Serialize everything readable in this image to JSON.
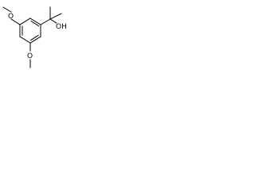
{
  "structure": {
    "atoms": [
      {
        "id": "o_top",
        "symbol": "O"
      },
      {
        "id": "o_bottom",
        "symbol": "O"
      },
      {
        "id": "oh",
        "symbol": "OH"
      }
    ]
  }
}
